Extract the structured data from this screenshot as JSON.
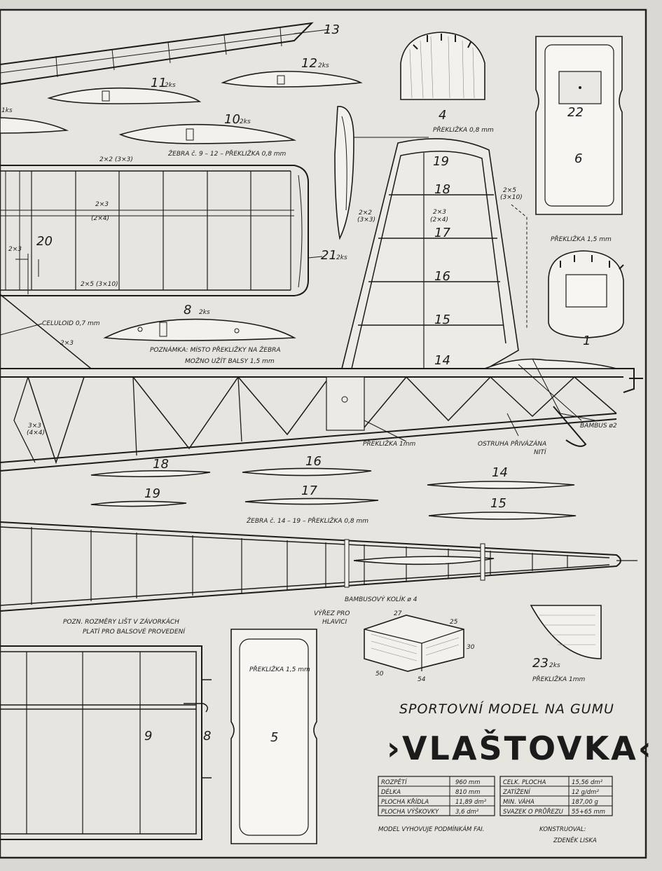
{
  "parts": {
    "p13": "13",
    "p12": "12",
    "p12_qty": "2ks",
    "p11": "11",
    "p11_qty": "2ks",
    "p10": "10",
    "p10_qty": "2ks",
    "p_left_qty": "1ks",
    "ribs_note": "ŽEBRA č. 9 – 12 – PŘEKLIŽKA 0,8 mm",
    "p4": "4",
    "p4_note": "PŘEKLIŽKA 0,8 mm",
    "p22": "22",
    "p6": "6",
    "p6_note": "PŘEKLIŽKA 1,5 mm",
    "p1": "1",
    "p21": "21",
    "p21_qty": "2ks",
    "p20": "20",
    "p8": "8",
    "p8_qty": "2ks",
    "p8_note1": "POZNÁMKA: MÍSTO PŘEKLIŽKY NA ŽEBRA",
    "p8_note2": "MOŽNO UŽÍT BALSY 1,5 mm",
    "celuloid": "CELULOID 0,7 mm",
    "fin_nums": [
      "19",
      "18",
      "17",
      "16",
      "15",
      "14"
    ],
    "stab_ribs": [
      "18",
      "16",
      "14",
      "19",
      "17",
      "15"
    ],
    "stab_note": "ŽEBRA č. 14 – 19 – PŘEKLIŽKA 0,8 mm",
    "fuse_ply": "PŘEKLIŽKA 1mm",
    "ostruha1": "OSTRUHA PŘIVÁZÁNA",
    "ostruha2": "NITÍ",
    "bambus": "BAMBUS ø2",
    "kolik": "BAMBUSOVÝ KOLÍK ø 4",
    "dim_note1": "POZN. ROZMĚRY LIŠT V ZÁVORKÁCH",
    "dim_note2": "PLATÍ PRO BALSOVÉ PROVEDENÍ",
    "vyrez1": "VÝŘEZ PRO",
    "vyrez2": "HLAVICI",
    "block_dims": [
      "27",
      "25",
      "30",
      "50",
      "54"
    ],
    "p23": "23",
    "p23_qty": "2ks",
    "p23_note": "PŘEKLIŽKA 1mm",
    "p5": "5",
    "p5_note": "PŘEKLIŽKA 1,5 mm",
    "p9": "9",
    "p8b": "8",
    "strip_labels": {
      "s1": "2×2 (3×3)",
      "s2": "2×3",
      "s3": "(2×4)",
      "s4": "2×5 (3×10)",
      "s5": "2×3",
      "s6": "2×2",
      "s7": "(3×3)",
      "s8": "2×3",
      "s9": "(2×4)",
      "s10": "2×5",
      "s11": "(3×10)",
      "s12": "3×3",
      "s13": "(4×4)",
      "s14": "2×3"
    }
  },
  "title": {
    "subtitle": "SPORTOVNÍ MODEL NA GUMU",
    "name": "›VLAŠTOVKA‹"
  },
  "specs_left": [
    {
      "label": "ROZPĚTÍ",
      "value": "960 mm"
    },
    {
      "label": "DÉLKA",
      "value": "810 mm"
    },
    {
      "label": "PLOCHA KŘÍDLA",
      "value": "11,89 dm²"
    },
    {
      "label": "PLOCHA VÝŠKOVKY",
      "value": "3,6 dm²"
    }
  ],
  "specs_right": [
    {
      "label": "CELK. PLOCHA",
      "value": "15,56 dm²"
    },
    {
      "label": "ZATÍŽENÍ",
      "value": "12 g/dm²"
    },
    {
      "label": "MIN. VÁHA",
      "value": "187,00 g"
    },
    {
      "label": "SVAZEK O PRŮŘEZU",
      "value": "55+65 mm"
    }
  ],
  "footer": {
    "fai": "MODEL VYHOVUJE PODMÍNKÁM FAI.",
    "konstr_label": "KONSTRUOVAL:",
    "designer": "ZDENĚK LISKA"
  }
}
